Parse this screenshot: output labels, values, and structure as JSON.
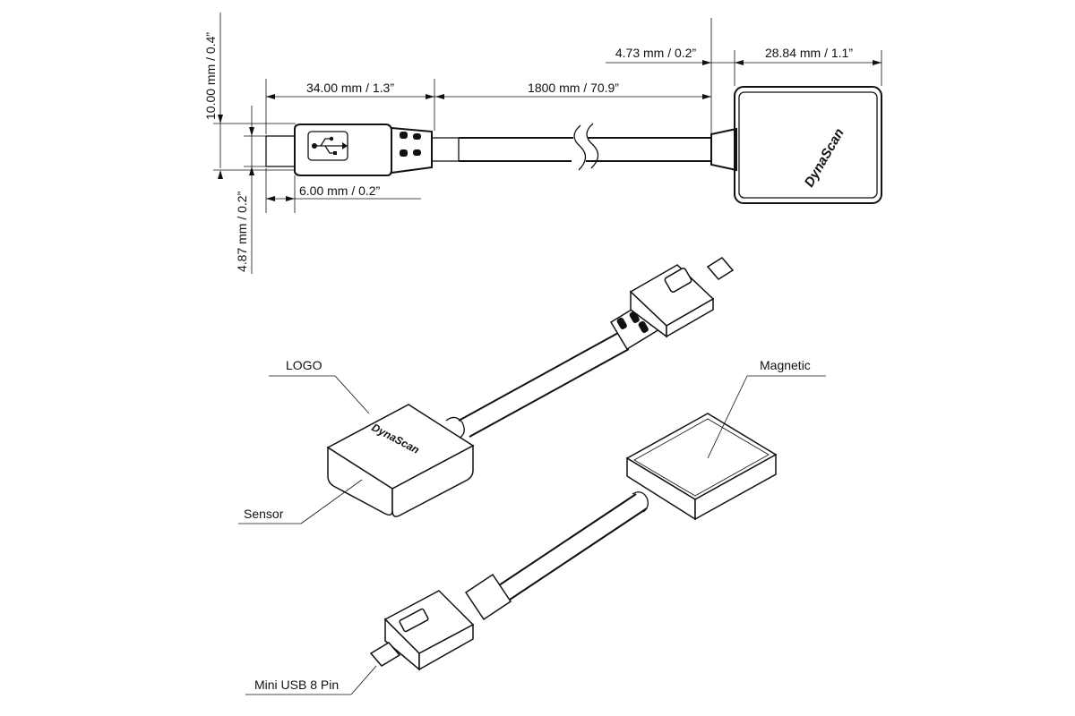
{
  "dimensions": {
    "height_10mm": "10.00 mm / 0.4”",
    "length_34mm": "34.00 mm / 1.3”",
    "length_1800mm": "1800 mm / 70.9”",
    "length_4_73mm": "4.73 mm / 0.2”",
    "width_28_84mm": "28.84 mm / 1.1”",
    "width_6mm": "6.00 mm / 0.2”",
    "height_4_87mm": "4.87 mm / 0.2”"
  },
  "callouts": {
    "logo": "LOGO",
    "magnetic": "Magnetic",
    "sensor": "Sensor",
    "connector": "Mini USB 8 Pin"
  },
  "brand": {
    "name": "DynaScan"
  }
}
